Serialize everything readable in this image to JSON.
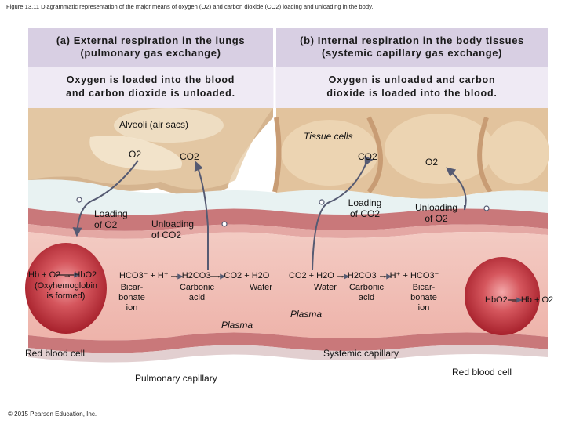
{
  "caption": "Figure 13.11 Diagrammatic representation of the major means of oxygen (O2) and carbon dioxide (CO2) loading and unloading in the body.",
  "panel_a": {
    "title_line1": "(a) External respiration in the lungs",
    "title_line2": "(pulmonary gas exchange)",
    "sub_line1": "Oxygen is loaded into the blood",
    "sub_line2": "and carbon dioxide is unloaded.",
    "alveoli_label": "Alveoli (air sacs)",
    "o2": "O2",
    "co2": "CO2",
    "loading_line1": "Loading",
    "loading_line2": "of O2",
    "unloading_line1": "Unloading",
    "unloading_line2": "of CO2",
    "hb_equation": "Hb + O2 → HbO2",
    "hb_note_line1": "(Oxyhemoglobin",
    "hb_note_line2": "is formed)",
    "reaction": "HCO3⁻ + H⁺ → H2CO3 → CO2 + H2O",
    "bicarbonate_line1": "Bicar-",
    "bicarbonate_line2": "bonate",
    "bicarbonate_line3": "ion",
    "carbonic_line1": "Carbonic",
    "carbonic_line2": "acid",
    "water": "Water",
    "rbc_label": "Red blood cell",
    "capillary_label": "Pulmonary capillary"
  },
  "panel_b": {
    "title_line1": "(b) Internal respiration in the body tissues",
    "title_line2": "(systemic capillary gas exchange)",
    "sub_line1": "Oxygen is unloaded and carbon",
    "sub_line2": "dioxide is loaded into the blood.",
    "tissue_label": "Tissue cells",
    "co2": "CO2",
    "o2": "O2",
    "loading_line1": "Loading",
    "loading_line2": "of CO2",
    "unloading_line1": "Unloading",
    "unloading_line2": "of O2",
    "reaction": "CO2 + H2O → H2CO3 → H⁺ + HCO3⁻",
    "water": "Water",
    "carbonic_line1": "Carbonic",
    "carbonic_line2": "acid",
    "bicarbonate_line1": "Bicar-",
    "bicarbonate_line2": "bonate",
    "bicarbonate_line3": "ion",
    "hb_equation": "HbO2 → Hb + O2",
    "plasma": "Plasma",
    "capillary_label": "Systemic capillary",
    "rbc_label": "Red blood cell"
  },
  "plasma_center": "Plasma",
  "copyright": "© 2015 Pearson Education, Inc.",
  "colors": {
    "header_bg": "#d8cfe3",
    "subheader_bg": "#efeaf4",
    "alveoli": "#d5b48f",
    "tissue": "#e2c39d",
    "membrane": "#c9787a",
    "interstitial": "#e8f2f2",
    "plasma": "#f1c2ba",
    "rbc": "#c8313a",
    "arrow": "#555a72"
  }
}
